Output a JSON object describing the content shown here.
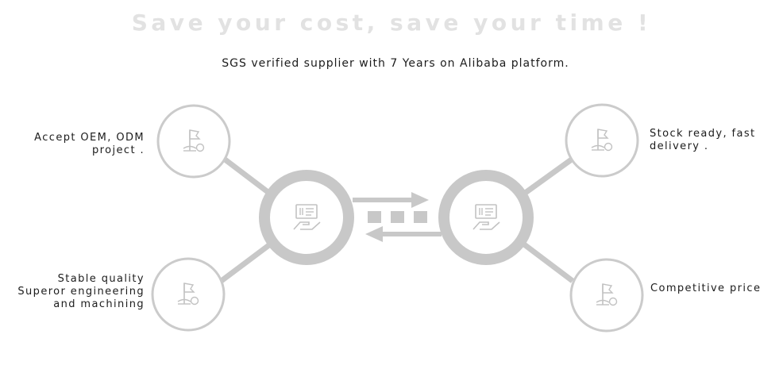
{
  "header": {
    "title": "Save your cost, save your time !",
    "subtitle": "SGS verified supplier with 7 Years on Alibaba platform."
  },
  "features": {
    "top_left": [
      "Accept OEM, ODM",
      "project ."
    ],
    "bottom_left": [
      "Stable quality",
      "Superor engineering",
      "and machining"
    ],
    "top_right": [
      "Stock ready, fast",
      "delivery ."
    ],
    "bottom_right": [
      "Competitive price"
    ]
  },
  "icons": {
    "feature": "flag-golf-icon",
    "hub": "hand-card-icon"
  },
  "colors": {
    "graphic": "#c8c8c8",
    "title": "#e2e2e2",
    "text": "#1c1c1c"
  }
}
